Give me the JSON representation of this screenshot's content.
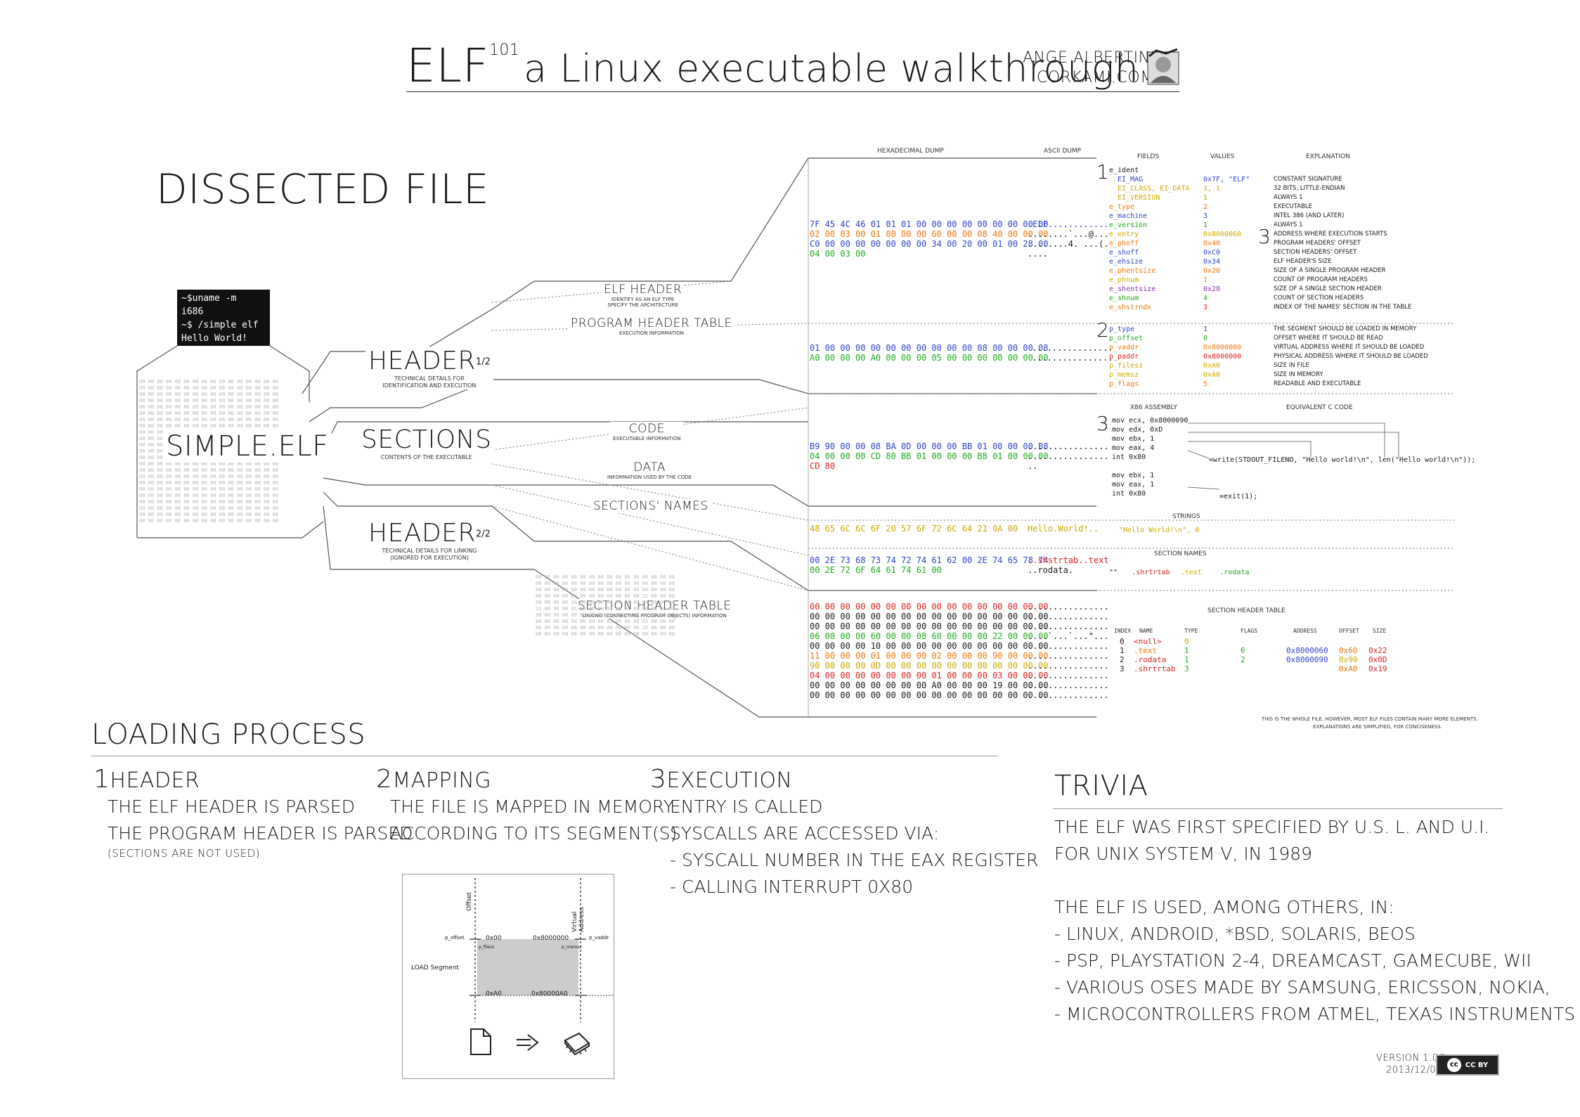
{
  "title": {
    "main": "ELF",
    "sup": "101",
    "rest": "a Linux executable walkthrough",
    "author_name": "ANGE ALBERTINI",
    "author_site": "CORKAMI.COM"
  },
  "dissected_heading": "DISSECTED FILE",
  "terminal": [
    "~$uname -m",
    "i686",
    "~$ /simple elf",
    "Hello World!"
  ],
  "file_label": "SIMPLE.ELF",
  "blocks": {
    "header1": {
      "title": "HEADER",
      "sup": "1/2",
      "sub1": "TECHNICAL DETAILS FOR",
      "sub2": "IDENTIFICATION AND EXECUTION"
    },
    "sections": {
      "title": "SECTIONS",
      "sub1": "CONTENTS OF THE EXECUTABLE"
    },
    "header2": {
      "title": "HEADER",
      "sup": "2/2",
      "sub1": "TECHNICAL DETAILS FOR LINKING",
      "sub2": "(IGNORED FOR EXECUTION)"
    }
  },
  "parts": {
    "elf_header": {
      "title": "ELF HEADER",
      "sub1": "IDENTIFY AS AN ELF TYPE",
      "sub2": "SPECIFY THE ARCHITECTURE"
    },
    "program_header": {
      "title": "PROGRAM HEADER TABLE",
      "sub1": "EXECUTION INFORMATION"
    },
    "code": {
      "title": "CODE",
      "sub1": "EXECUTABLE INFORMATION"
    },
    "data": {
      "title": "DATA",
      "sub1": "INFORMATION USED BY THE CODE"
    },
    "section_names": {
      "title": "SECTIONS' NAMES"
    },
    "section_header": {
      "title": "SECTION HEADER TABLE",
      "sub1": "LINKING (CONNECTING PROGRAM OBJECTS) INFORMATION"
    }
  },
  "columns": {
    "hex": "HEXADECIMAL DUMP",
    "ascii": "ASCII DUMP",
    "fields": "FIELDS",
    "values": "VALUES",
    "explanation": "EXPLANATION"
  },
  "elf_header_hex": [
    "7F 45 4C 46 01 01 01 00 00 00 00 00 00 00 00 00",
    "02 00 03 00 01 00 00 00 60 00 00 08 40 00 00 00",
    "C0 00 00 00 00 00 00 00 34 00 20 00 01 00 28 00",
    "04 00 03 00"
  ],
  "elf_header_ascii": [
    ".ELF............",
    "........`...@...",
    "........4. ...(.",
    "...."
  ],
  "elf_fields": [
    "e_ident",
    "  EI_MAG",
    "  EI_CLASS, EI_DATA",
    "  EI_VERSION",
    "e_type",
    "e_machine",
    "e_version",
    "e_entry",
    "e_phoff",
    "e_shoff",
    "e_ehsize",
    "e_phentsize",
    "e_phnum",
    "e_shentsize",
    "e_shnum",
    "e_shstrndx"
  ],
  "elf_values": [
    "",
    "0x7F, \"ELF\"",
    "1, 1",
    "1",
    "2",
    "3",
    "1",
    "0x8000060",
    "0x40",
    "0xC0",
    "0x34",
    "0x20",
    "1",
    "0x28",
    "4",
    "3"
  ],
  "elf_expl": [
    "",
    "CONSTANT SIGNATURE",
    "32 BITS, LITTLE-ENDIAN",
    "ALWAYS 1",
    "EXECUTABLE",
    "INTEL 386 (AND LATER)",
    "ALWAYS 1",
    "ADDRESS WHERE EXECUTION STARTS",
    "PROGRAM HEADERS' OFFSET",
    "SECTION HEADERS' OFFSET",
    "ELF HEADER'S SIZE",
    "SIZE OF A SINGLE PROGRAM HEADER",
    "COUNT OF PROGRAM HEADERS",
    "SIZE OF A SINGLE SECTION HEADER",
    "COUNT OF SECTION HEADERS",
    "INDEX OF THE NAMES' SECTION IN THE TABLE"
  ],
  "ph_hex": [
    "01 00 00 00 00 00 00 00 00 00 00 08 00 00 00 08",
    "A0 00 00 00 A0 00 00 00 05 00 00 00 00 00 00 00"
  ],
  "ph_ascii": [
    "................",
    "................"
  ],
  "ph_fields": [
    "p_type",
    "p_offset",
    "p_vaddr",
    "p_paddr",
    "p_filesz",
    "p_memsz",
    "p_flags"
  ],
  "ph_values": [
    "1",
    "0",
    "0x8000000",
    "0x8000000",
    "0xA0",
    "0xA0",
    "5"
  ],
  "ph_expl": [
    "THE SEGMENT SHOULD BE LOADED IN MEMORY",
    "OFFSET WHERE IT SHOULD BE READ",
    "VIRTUAL ADDRESS WHERE IT SHOULD BE LOADED",
    "PHYSICAL ADDRESS WHERE IT SHOULD BE LOADED",
    "SIZE IN FILE",
    "SIZE IN MEMORY",
    "READABLE AND EXECUTABLE"
  ],
  "code_hex": [
    "B9 90 00 00 08 BA 0D 00 00 00 BB 01 00 00 00 B8",
    "04 00 00 00 CD 80 BB 01 00 00 00 B8 01 00 00 00",
    "CD 80"
  ],
  "code_ascii": [
    "................",
    "................",
    ".."
  ],
  "asm_title": "X86 ASSEMBLY",
  "c_title": "EQUIVALENT C CODE",
  "asm": [
    "mov ecx, 0x8000090",
    "mov edx, 0xD",
    "mov ebx, 1",
    "mov eax, 4",
    "int 0x80",
    "",
    "mov ebx, 1",
    "mov eax, 1",
    "int 0x80"
  ],
  "c_code": [
    "=write(STDOUT_FILENO, \"Hello world!\\n\", len(\"Hello world!\\n\"));",
    "=exit(1);"
  ],
  "data_hex": "48 65 6C 6C 6F 20 57 6F 72 6C 64 21 0A 00",
  "data_ascii": "Hello.World!..",
  "strings_title": "STRINGS",
  "strings_value": "\"Hello World!\\n\", 0",
  "names_hex": [
    "00 2E 73 68 73 74 72 74 61 62 00 2E 74 65 78 74",
    "00 2E 72 6F 64 61 74 61 00"
  ],
  "names_ascii": [
    "..shstrtab..text",
    "..rodata."
  ],
  "section_names_title": "SECTION NAMES",
  "section_names_values": [
    "\"\"",
    ".shrtrtab",
    ".text",
    ".rodata"
  ],
  "sht_hex": [
    "00 00 00 00 00 00 00 00 00 00 00 00 00 00 00 00",
    "00 00 00 00 00 00 00 00 00 00 00 00 00 00 00 00",
    "00 00 00 00 00 00 00 00 00 00 00 00 00 00 00 00",
    "06 00 00 00 60 00 00 08 60 00 00 00 22 00 00 00",
    "00 00 00 00 10 00 00 00 00 00 00 00 00 00 00 00",
    "11 00 00 00 01 00 00 00 02 00 00 00 90 00 00 00",
    "90 00 00 00 0D 00 00 00 00 00 00 00 00 00 00 00",
    "04 00 00 00 00 00 00 00 01 00 00 00 03 00 00 00",
    "00 00 00 00 00 00 00 00 A0 00 00 00 19 00 00 00",
    "00 00 00 00 00 00 00 00 00 00 00 00 00 00 00 00"
  ],
  "sht_ascii": [
    "................",
    "................",
    "................",
    "....`...`...\"...",
    "................",
    "................",
    "................",
    "................",
    "................",
    "................"
  ],
  "sht_title": "SECTION HEADER TABLE",
  "sht_cols": [
    "INDEX",
    "NAME",
    "TYPE",
    "FLAGS",
    "ADDRESS",
    "OFFSET",
    "SIZE"
  ],
  "sht_rows": [
    {
      "index": "0",
      "name": "<null>",
      "type": "0",
      "flags": "",
      "address": "",
      "offset": "",
      "size": ""
    },
    {
      "index": "1",
      "name": ".text",
      "type": "1",
      "flags": "6",
      "address": "0x8000060",
      "offset": "0x60",
      "size": "0x22"
    },
    {
      "index": "2",
      "name": ".rodata",
      "type": "1",
      "flags": "2",
      "address": "0x8000090",
      "offset": "0x90",
      "size": "0x0D"
    },
    {
      "index": "3",
      "name": ".shrtrtab",
      "type": "3",
      "flags": "",
      "address": "",
      "offset": "0xA0",
      "size": "0x19"
    }
  ],
  "footnote1": "THIS IS THE WHOLE FILE. HOWEVER, MOST ELF FILES CONTAIN MANY MORE ELEMENTS.",
  "footnote2": "EXPLANATIONS ARE SIMPLIFIED, FOR CONCISENESS.",
  "loading_heading": "LOADING PROCESS",
  "steps": [
    {
      "num": "1",
      "title": "HEADER",
      "lines": [
        "THE ELF HEADER IS PARSED",
        "THE PROGRAM HEADER IS PARSED"
      ],
      "note": "(SECTIONS ARE NOT USED)"
    },
    {
      "num": "2",
      "title": "MAPPING",
      "lines": [
        "THE FILE IS MAPPED IN MEMORY",
        "ACCORDING TO ITS SEGMENT(S)"
      ]
    },
    {
      "num": "3",
      "title": "EXECUTION",
      "lines": [
        "ENTRY IS CALLED",
        "SYSCALLS ARE ACCESSED VIA:",
        " - SYSCALL NUMBER IN THE EAX REGISTER",
        " - CALLING INTERRUPT 0X80"
      ]
    }
  ],
  "mapping_diagram": {
    "offset_label": "Offset",
    "vaddr_label": "Virtual Address",
    "segment_label": "LOAD Segment",
    "p_offset": "p_offset",
    "p_vaddr": "p_vaddr",
    "p_filesz": "p_filesz",
    "p_memsz": "p_memsz",
    "off_start": "0x00",
    "off_end": "0xA0",
    "va_start": "0x8000000",
    "va_end": "0x80000A0"
  },
  "trivia_heading": "TRIVIA",
  "trivia_lines": [
    "THE ELF WAS FIRST SPECIFIED BY U.S. L. AND U.I.",
    "FOR UNIX SYSTEM V, IN 1989",
    "",
    "THE ELF IS USED, AMONG OTHERS, IN:",
    " - LINUX, ANDROID, *BSD, SOLARIS, BEOS",
    " - PSP, PLAYSTATION 2-4, DREAMCAST, GAMECUBE, WII",
    " - VARIOUS OSES MADE BY SAMSUNG, ERICSSON, NOKIA,",
    " - MICROCONTROLLERS FROM ATMEL, TEXAS INSTRUMENTS"
  ],
  "version": "VERSION 1.0C",
  "date": "2013/12/04",
  "license": "CC BY",
  "colors": {
    "blue": "#3344cc",
    "orange": "#ee7711",
    "green": "#22aa22",
    "yellow": "#ccaa00",
    "red": "#dd2222",
    "purple": "#8833aa",
    "gray": "#888888"
  }
}
